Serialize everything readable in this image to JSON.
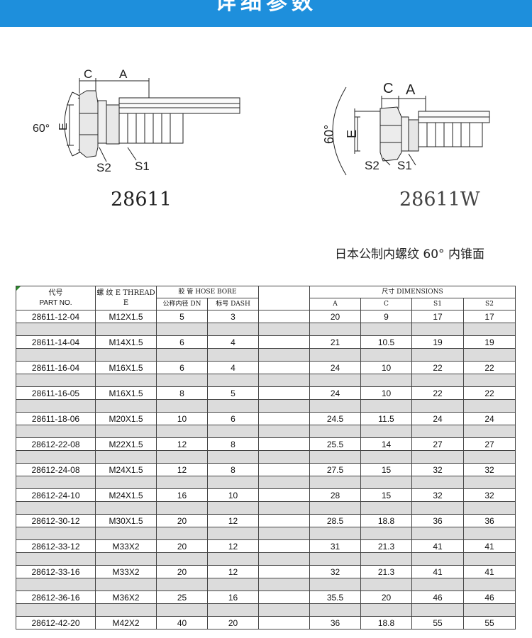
{
  "banner": {
    "title": "详细参数"
  },
  "figures": [
    {
      "label": "28611",
      "dims": {
        "c": "C",
        "a": "A",
        "e": "E",
        "angle": "60°",
        "s2": "S2",
        "s1": "S1"
      }
    },
    {
      "label": "28611W",
      "dims": {
        "c": "C",
        "a": "A",
        "e": "E",
        "angle": "60°",
        "s2": "S2",
        "s1": "S1"
      }
    }
  ],
  "subtitle": "日本公制内螺纹 60° 内锥面",
  "table": {
    "headers": {
      "part_cn": "代号",
      "part_en": "PART NO.",
      "thread": "螺 纹 E THREAD",
      "thread_e": "E",
      "hose_bore": "胶 管 HOSE BORE",
      "dn": "公称内径 DN",
      "dash": "标号 DASH",
      "dimensions": "尺寸 DIMENSIONS",
      "a": "A",
      "c": "C",
      "s1": "S1",
      "s2": "S2"
    },
    "rows": [
      {
        "part": "28611-12-04",
        "thread": "M12X1.5",
        "dn": "5",
        "dash": "3",
        "a": "20",
        "c": "9",
        "s1": "17",
        "s2": "17"
      },
      {
        "part": "28611-14-04",
        "thread": "M14X1.5",
        "dn": "6",
        "dash": "4",
        "a": "21",
        "c": "10.5",
        "s1": "19",
        "s2": "19"
      },
      {
        "part": "28611-16-04",
        "thread": "M16X1.5",
        "dn": "6",
        "dash": "4",
        "a": "24",
        "c": "10",
        "s1": "22",
        "s2": "22"
      },
      {
        "part": "28611-16-05",
        "thread": "M16X1.5",
        "dn": "8",
        "dash": "5",
        "a": "24",
        "c": "10",
        "s1": "22",
        "s2": "22"
      },
      {
        "part": "28611-18-06",
        "thread": "M20X1.5",
        "dn": "10",
        "dash": "6",
        "a": "24.5",
        "c": "11.5",
        "s1": "24",
        "s2": "24"
      },
      {
        "part": "28612-22-08",
        "thread": "M22X1.5",
        "dn": "12",
        "dash": "8",
        "a": "25.5",
        "c": "14",
        "s1": "27",
        "s2": "27"
      },
      {
        "part": "28612-24-08",
        "thread": "M24X1.5",
        "dn": "12",
        "dash": "8",
        "a": "27.5",
        "c": "15",
        "s1": "32",
        "s2": "32"
      },
      {
        "part": "28612-24-10",
        "thread": "M24X1.5",
        "dn": "16",
        "dash": "10",
        "a": "28",
        "c": "15",
        "s1": "32",
        "s2": "32"
      },
      {
        "part": "28612-30-12",
        "thread": "M30X1.5",
        "dn": "20",
        "dash": "12",
        "a": "28.5",
        "c": "18.8",
        "s1": "36",
        "s2": "36"
      },
      {
        "part": "28612-33-12",
        "thread": "M33X2",
        "dn": "20",
        "dash": "12",
        "a": "31",
        "c": "21.3",
        "s1": "41",
        "s2": "41"
      },
      {
        "part": "28612-33-16",
        "thread": "M33X2",
        "dn": "20",
        "dash": "12",
        "a": "32",
        "c": "21.3",
        "s1": "41",
        "s2": "41"
      },
      {
        "part": "28612-36-16",
        "thread": "M36X2",
        "dn": "25",
        "dash": "16",
        "a": "35.5",
        "c": "20",
        "s1": "46",
        "s2": "46"
      },
      {
        "part": "28612-42-20",
        "thread": "M42X2",
        "dn": "40",
        "dash": "20",
        "a": "36",
        "c": "18.8",
        "s1": "55",
        "s2": "55"
      }
    ]
  }
}
